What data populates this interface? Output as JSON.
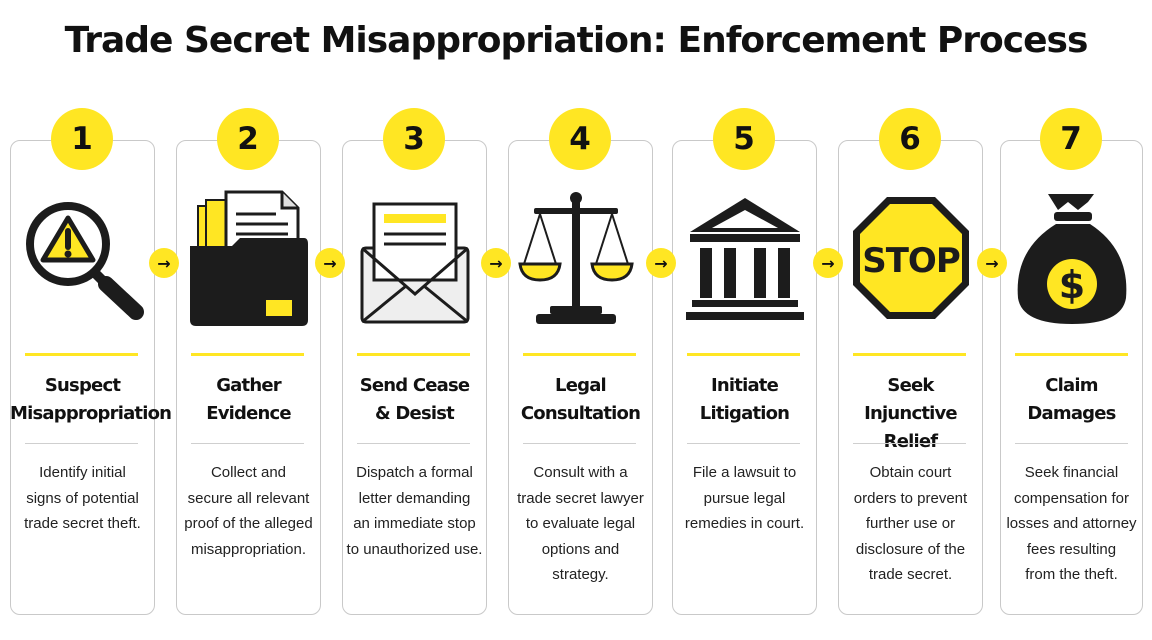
{
  "title": "Trade Secret Misappropriation: Enforcement Process",
  "colors": {
    "accent": "#ffe623",
    "dark": "#1c1c1c",
    "card_border": "#c9c9c9"
  },
  "arrow_glyph": "→",
  "steps": [
    {
      "number": "1",
      "icon": "magnifier-warning-icon",
      "title": "Suspect\nMisappropriation",
      "description": "Identify initial\nsigns of potential\ntrade secret theft."
    },
    {
      "number": "2",
      "icon": "folder-documents-icon",
      "title": "Gather\nEvidence",
      "description": "Collect and\nsecure all relevant\nproof of the alleged\nmisappropriation."
    },
    {
      "number": "3",
      "icon": "envelope-letter-icon",
      "title": "Send Cease\n& Desist",
      "description": "Dispatch a formal\nletter demanding\nan immediate stop\nto unauthorized use."
    },
    {
      "number": "4",
      "icon": "scales-of-justice-icon",
      "title": "Legal\nConsultation",
      "description": "Consult with a\ntrade secret lawyer\nto evaluate legal\noptions and\nstrategy."
    },
    {
      "number": "5",
      "icon": "courthouse-icon",
      "title": "Initiate\nLitigation",
      "description": "File a lawsuit to\npursue legal\nremedies in court."
    },
    {
      "number": "6",
      "icon": "stop-sign-icon",
      "stop_text": "STOP",
      "title": "Seek\nInjunctive Relief",
      "description": "Obtain court\norders to prevent\nfurther use or\ndisclosure of the\ntrade secret."
    },
    {
      "number": "7",
      "icon": "money-bag-icon",
      "dollar_text": "$",
      "title": "Claim\nDamages",
      "description": "Seek financial\ncompensation for\nlosses and attorney\nfees resulting\nfrom the theft."
    }
  ]
}
